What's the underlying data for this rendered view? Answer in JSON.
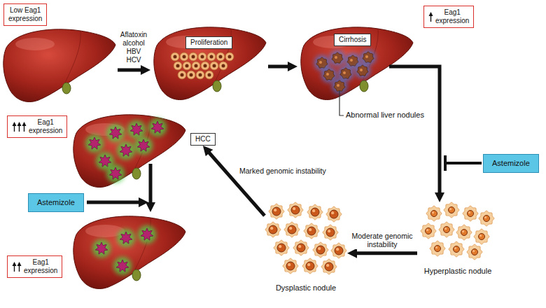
{
  "diagram": {
    "nodes": [
      {
        "text": [
          "Low Eag1 expression"
        ]
      },
      {
        "text": [
          "Proliferation"
        ]
      },
      {
        "text": [
          "Cirrhosis"
        ]
      },
      {
        "text": [
          "Eag1 expression"
        ]
      },
      {
        "text": [
          "Astemizole"
        ]
      },
      {
        "text": [
          "Hyperplastic nodule"
        ]
      },
      {
        "text": [
          "Dysplastic nodule"
        ]
      },
      {
        "text": [
          "Eag1 expression"
        ]
      },
      {
        "text": [
          "HCC"
        ]
      },
      {
        "text": [
          "Astemizole"
        ]
      },
      {
        "text": [
          "Eag1 expression"
        ]
      }
    ],
    "edges": [
      {
        "from": 5,
        "to": 6,
        "arrow": "to",
        "label": "Moderate genomic instability"
      },
      {
        "from": 6,
        "to": 8,
        "arrow": "to",
        "label": "Marked genomic instability"
      }
    ],
    "labels": [
      "Aflatoxin alcohol HBV HCV",
      "Abnormal liver nodules"
    ]
  }
}
